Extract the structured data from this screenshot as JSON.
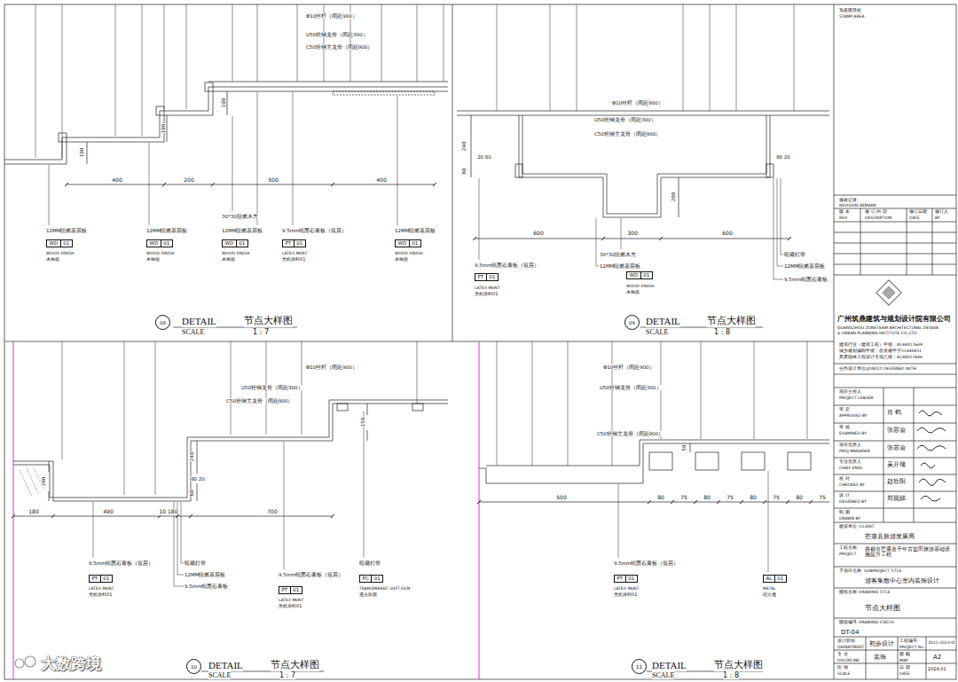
{
  "diagram": {
    "nodes": [
      {
        "text": [
          "WD",
          "01"
        ]
      },
      {
        "text": [
          "WD",
          "01"
        ]
      },
      {
        "text": [
          "WD",
          "01"
        ]
      },
      {
        "text": [
          "PT",
          "01"
        ]
      },
      {
        "text": [
          "WD",
          "01"
        ]
      },
      {
        "text": [
          "08"
        ]
      },
      {
        "text": [
          "PT",
          "01"
        ]
      },
      {
        "text": [
          "WD",
          "01"
        ]
      },
      {
        "text": [
          "09"
        ]
      },
      {
        "text": [
          "PT",
          "01"
        ]
      },
      {
        "text": [
          "PT",
          "01"
        ]
      },
      {
        "text": [
          "PC",
          "01"
        ]
      },
      {
        "text": [
          "10"
        ]
      },
      {
        "text": [
          "PT",
          "01"
        ]
      },
      {
        "text": [
          "AL",
          "01"
        ]
      },
      {
        "text": [
          "11"
        ]
      }
    ],
    "labels": [
      "Φ10丝杆（间距900）",
      "U50轻钢龙骨（间距300）",
      "C50轻钢主龙骨（间距900）",
      "100",
      "100",
      "100",
      "400",
      "200",
      "500",
      "400",
      "30*30阻燃木方",
      "12MM阻燃基层板",
      "12MM阻燃基层板",
      "12MM阻燃基层板",
      "9.5mm纸面石膏板（双层）",
      "12MM阻燃基层板",
      "WOOD FINISH",
      "木饰面",
      "WOOD FINISH",
      "木饰面",
      "WOOD FINISH",
      "木饰面",
      "LATEX PAINT",
      "无机涂料01",
      "WOOD FINISH",
      "木饰面",
      "DETAIL",
      "节点大样图",
      "SCALE",
      "1：7",
      "Φ10丝杆（间距900）",
      "U50轻钢龙骨（间距300）",
      "C50轻钢主龙骨（间距900）",
      "240",
      "20 80",
      "80 20",
      "60",
      "200",
      "600",
      "300",
      "600",
      "30*30阻燃木方",
      "12MM阻燃基层板",
      "暗藏灯带",
      "12MM阻燃基层板",
      "9.5mm纸面石膏板（双层）",
      "9.5mm纸面石膏板",
      "LATEX PAINT",
      "无机涂料01",
      "WOOD FINISH",
      "木饰面",
      "DETAIL",
      "节点大样图",
      "SCALE",
      "1：8",
      "Φ10丝杆（间距900）",
      "U50轻钢龙骨（间距300）",
      "C50轻钢主龙骨（间距900）",
      "150",
      "240",
      "80 20",
      "60",
      "200",
      "180",
      "490",
      "10 180",
      "700",
      "9.5mm纸面石膏板（双层）",
      "暗藏灯带",
      "12MM阻燃基层板",
      "9.5mm纸面石膏板",
      "9.5mm纸面石膏板（双层）",
      "暗藏灯带",
      "LATEX PAINT",
      "无机涂料01",
      "LATEX PAINT",
      "无机涂料01",
      "TRANSPARENT SOFT FILM",
      "透光软膜",
      "DETAIL",
      "节点大样图",
      "SCALE",
      "1：7",
      "Φ10丝杆（间距900）",
      "U50轻钢龙骨（间距300）",
      "C50轻钢主龙骨（间距900）",
      "50",
      "500",
      "80",
      "75",
      "80",
      "75",
      "80",
      "75",
      "80",
      "75",
      "9.5mm纸面石膏板（双层）",
      "LATEX PAINT",
      "无机涂料01",
      "METAL",
      "铝方通",
      "DETAIL",
      "节点大样图",
      "SCALE",
      "1：8",
      "加盖图章处",
      "STAMP AREA",
      "修改记录",
      "REVISION REMARK",
      "版 本",
      "REV",
      "修 订 内 容",
      "DESCRIPTION",
      "修订日期",
      "DATE",
      "修订人",
      "BY",
      "广州筑鼎建筑与规划设计院有限公司",
      "GUANGZHOU ZONETEAM ARCHITECTURAL DESIGN",
      "& URBAN PLANNING INSTITUTE CO.,LTD.",
      "建筑行业（建筑工程）甲级：A144017649",
      "城乡规划编制甲级：自资规甲字21440451",
      "风景园林工程设计专项乙级：A244017646",
      "合作设计单位/JOINTLY DESIGNED WITH",
      "项目主持人",
      "PROJECT LEADER",
      "审 定",
      "APPROVED BY",
      "肖 鹤",
      "审 核",
      "EXAMINED BY",
      "张苏渝",
      "项目负责人",
      "PROJ MANAGER",
      "张苏渝",
      "专业负责人",
      "CHIEF ENGI",
      "吴开瑞",
      "校 对",
      "CHECKED BY",
      "赵欣阳",
      "设 计",
      "DESIGNED BY",
      "郑观娣",
      "制 图",
      "DRAWN BY",
      "建设单位",
      "/CLIENT",
      "芒康县旅游发展局",
      "工程名称",
      "PROJECT",
      "昌都市芒康县千年古盐田旅游基础设施提升工程",
      "子项目名称",
      "SUBPROJECT TITLE",
      "游客集散中心室内装饰设计",
      "图纸名称",
      "DRAWING TITLE",
      "节点大样图",
      "图面编号",
      "DRAWING STATUS",
      "DT-04",
      "设计阶段",
      "DEPARTMENT",
      "初步设计",
      "工程编号",
      "PROJECT No.",
      "2022-2023-01",
      "专 业",
      "DISCIPLINE",
      "装饰",
      "图 幅",
      "MAP",
      "A2",
      "比 例",
      "SCALE",
      "日 期",
      "DATE",
      "2024.01",
      "大数跨境"
    ]
  }
}
